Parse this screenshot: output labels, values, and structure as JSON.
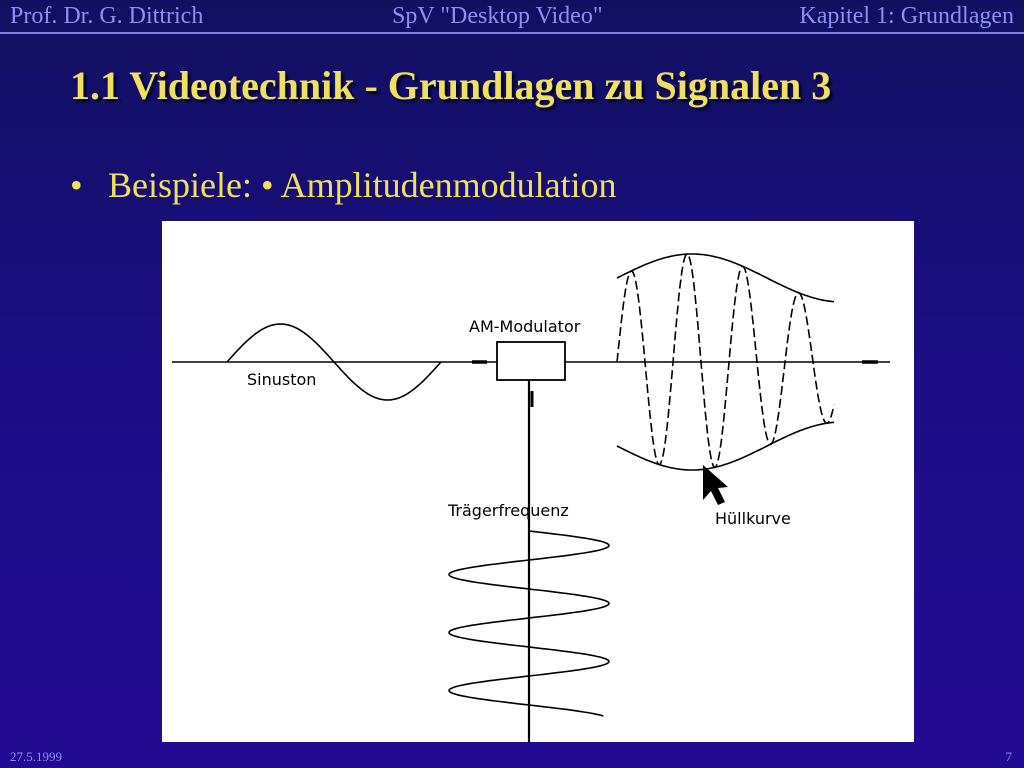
{
  "header": {
    "author": "Prof. Dr. G. Dittrich",
    "course": "SpV \"Desktop Video\"",
    "chapter": "Kapitel 1: Grundlagen"
  },
  "slide": {
    "title": "1.1 Videotechnik - Grundlagen zu Signalen 3",
    "bullet_symbol": "•",
    "bullet_text": "Beispiele: • Amplitudenmodulation"
  },
  "figure": {
    "label_sine": "Sinuston",
    "label_modulator": "AM-Modulator",
    "label_carrier": "Trägerfrequenz",
    "label_envelope": "Hüllkurve"
  },
  "footer": {
    "date": "27.5.1999",
    "page": "7"
  },
  "colors": {
    "background_top": "#111060",
    "background_bottom": "#220a92",
    "header_text": "#8f8ff2",
    "title_text": "#f0e060",
    "figure_background": "#ffffff"
  }
}
